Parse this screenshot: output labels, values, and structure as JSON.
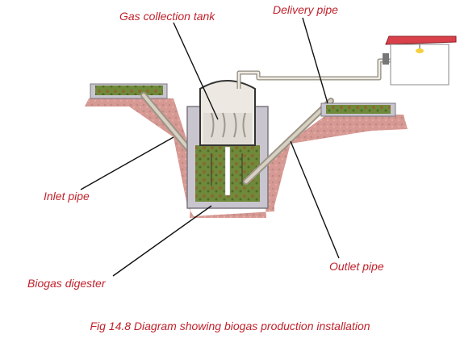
{
  "labels": {
    "gas_tank": "Gas collection tank",
    "delivery_pipe": "Delivery pipe",
    "inlet_pipe": "Inlet pipe",
    "digester": "Biogas digester",
    "outlet_pipe": "Outlet pipe"
  },
  "caption": "Fig 14.8 Diagram showing biogas production installation",
  "colors": {
    "label_text": "#c0222c",
    "soil": "#b5453a",
    "wall": "#c9c5cf",
    "slurry": "#6f8a3a",
    "gas": "#dedad4",
    "pipe": "#b8b0a0",
    "house_roof": "#d9404a"
  }
}
